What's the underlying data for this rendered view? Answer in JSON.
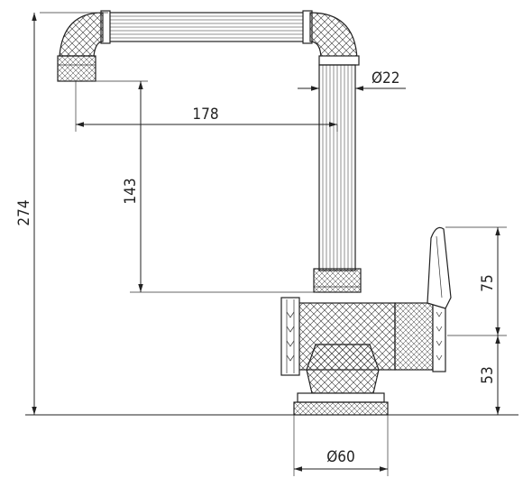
{
  "dimensions": {
    "total_height": "274",
    "spout_reach": "178",
    "spout_clearance": "143",
    "spout_diameter": "Ø22",
    "handle_height": "75",
    "body_height": "53",
    "base_diameter": "Ø60"
  }
}
